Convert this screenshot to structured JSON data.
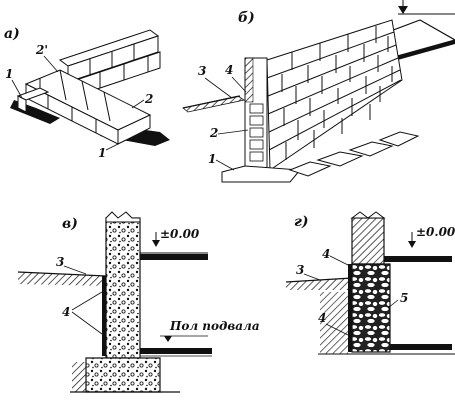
{
  "panels": {
    "a": {
      "letter": "а)",
      "callouts": [
        "1",
        "2'",
        "2",
        "1"
      ]
    },
    "b": {
      "letter": "б)",
      "callouts": [
        "3",
        "4",
        "2",
        "1"
      ]
    },
    "v": {
      "letter": "в)",
      "level": "±0.00",
      "floor_note": "Пол подвала",
      "callouts": [
        "3",
        "4"
      ]
    },
    "g": {
      "letter": "г)",
      "level": "±0.00",
      "callouts": [
        "4",
        "3",
        "5",
        "4"
      ]
    }
  },
  "colors": {
    "ink": "#111111",
    "paper": "#ffffff"
  }
}
